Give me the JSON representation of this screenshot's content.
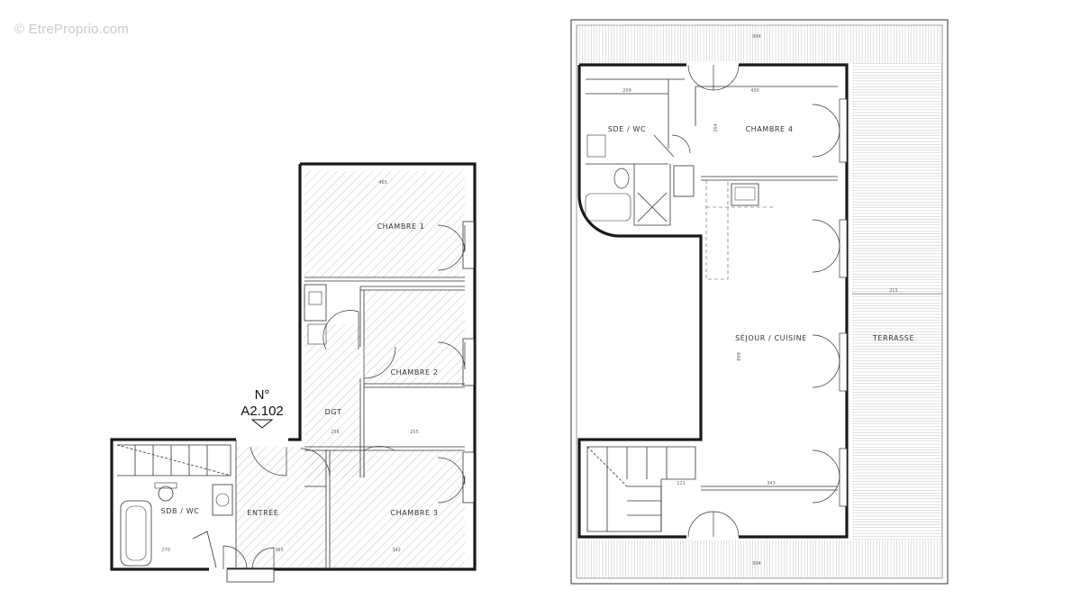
{
  "watermark": "© EtreProprio.com",
  "lot_number_line1": "N°",
  "lot_number_line2": "A2.102",
  "lower_level": {
    "rooms": {
      "chambre1": "CHAMBRE 1",
      "chambre2": "CHAMBRE 2",
      "chambre3": "CHAMBRE 3",
      "dgt": "DGT",
      "entree": "ENTRÉE",
      "sdb": "SDB / WC"
    },
    "dims": {
      "d1": "465",
      "d2": "256",
      "d3": "255",
      "d4": "270",
      "d5": "365",
      "d6": "342"
    }
  },
  "upper_level": {
    "rooms": {
      "sde": "SDE / WC",
      "chambre4": "CHAMBRE 4",
      "sejour": "SÉJOUR / CUISINE",
      "terrasse": "TERRASSE"
    },
    "dims": {
      "top": "994",
      "bottom": "994",
      "d209": "209",
      "d430": "430",
      "d264": "264",
      "d899": "899",
      "d215": "215",
      "d121": "121",
      "d343": "343"
    }
  }
}
